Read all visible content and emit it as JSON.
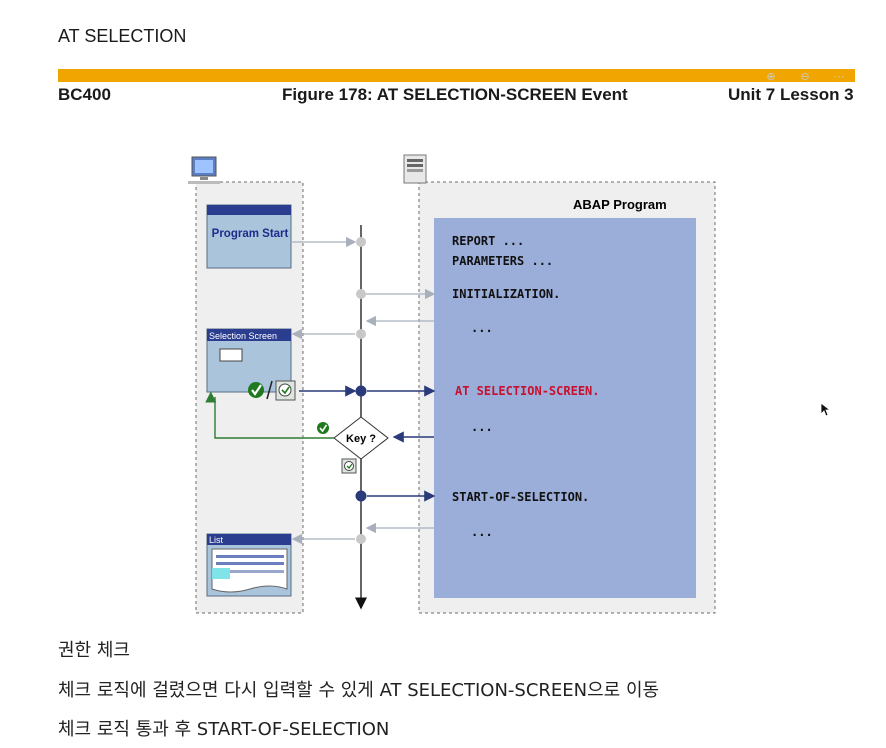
{
  "page": {
    "heading": "AT SELECTION"
  },
  "slide_header": {
    "course": "BC400",
    "figure_title": "Figure 178: AT SELECTION-SCREEN Event",
    "location": "Unit 7 Lesson 3"
  },
  "diagram": {
    "abap_program_title": "ABAP Program",
    "program_start_label": "Program Start",
    "selection_screen_label": "Selection Screen",
    "list_label": "List",
    "key_decision_label": "Key ?",
    "code_lines": {
      "report": "REPORT ...",
      "parameters": "PARAMETERS ...",
      "initialization": "INITIALIZATION.",
      "dots1": "...",
      "at_selection_screen": "AT SELECTION-SCREEN.",
      "dots2": "...",
      "start_of_selection": "START-OF-SELECTION.",
      "dots3": "..."
    },
    "colors": {
      "accent_orange": "#f0a500",
      "abap_panel": "#9badd9",
      "event_red": "#c8102e",
      "flow_blue": "#2a3a7a",
      "check_green": "#2e7d32"
    }
  },
  "notes": [
    "권한 체크",
    "체크 로직에 걸렸으면 다시 입력할 수 있게 AT SELECTION-SCREEN으로 이동",
    "체크 로직 통과 후 START-OF-SELECTION"
  ]
}
